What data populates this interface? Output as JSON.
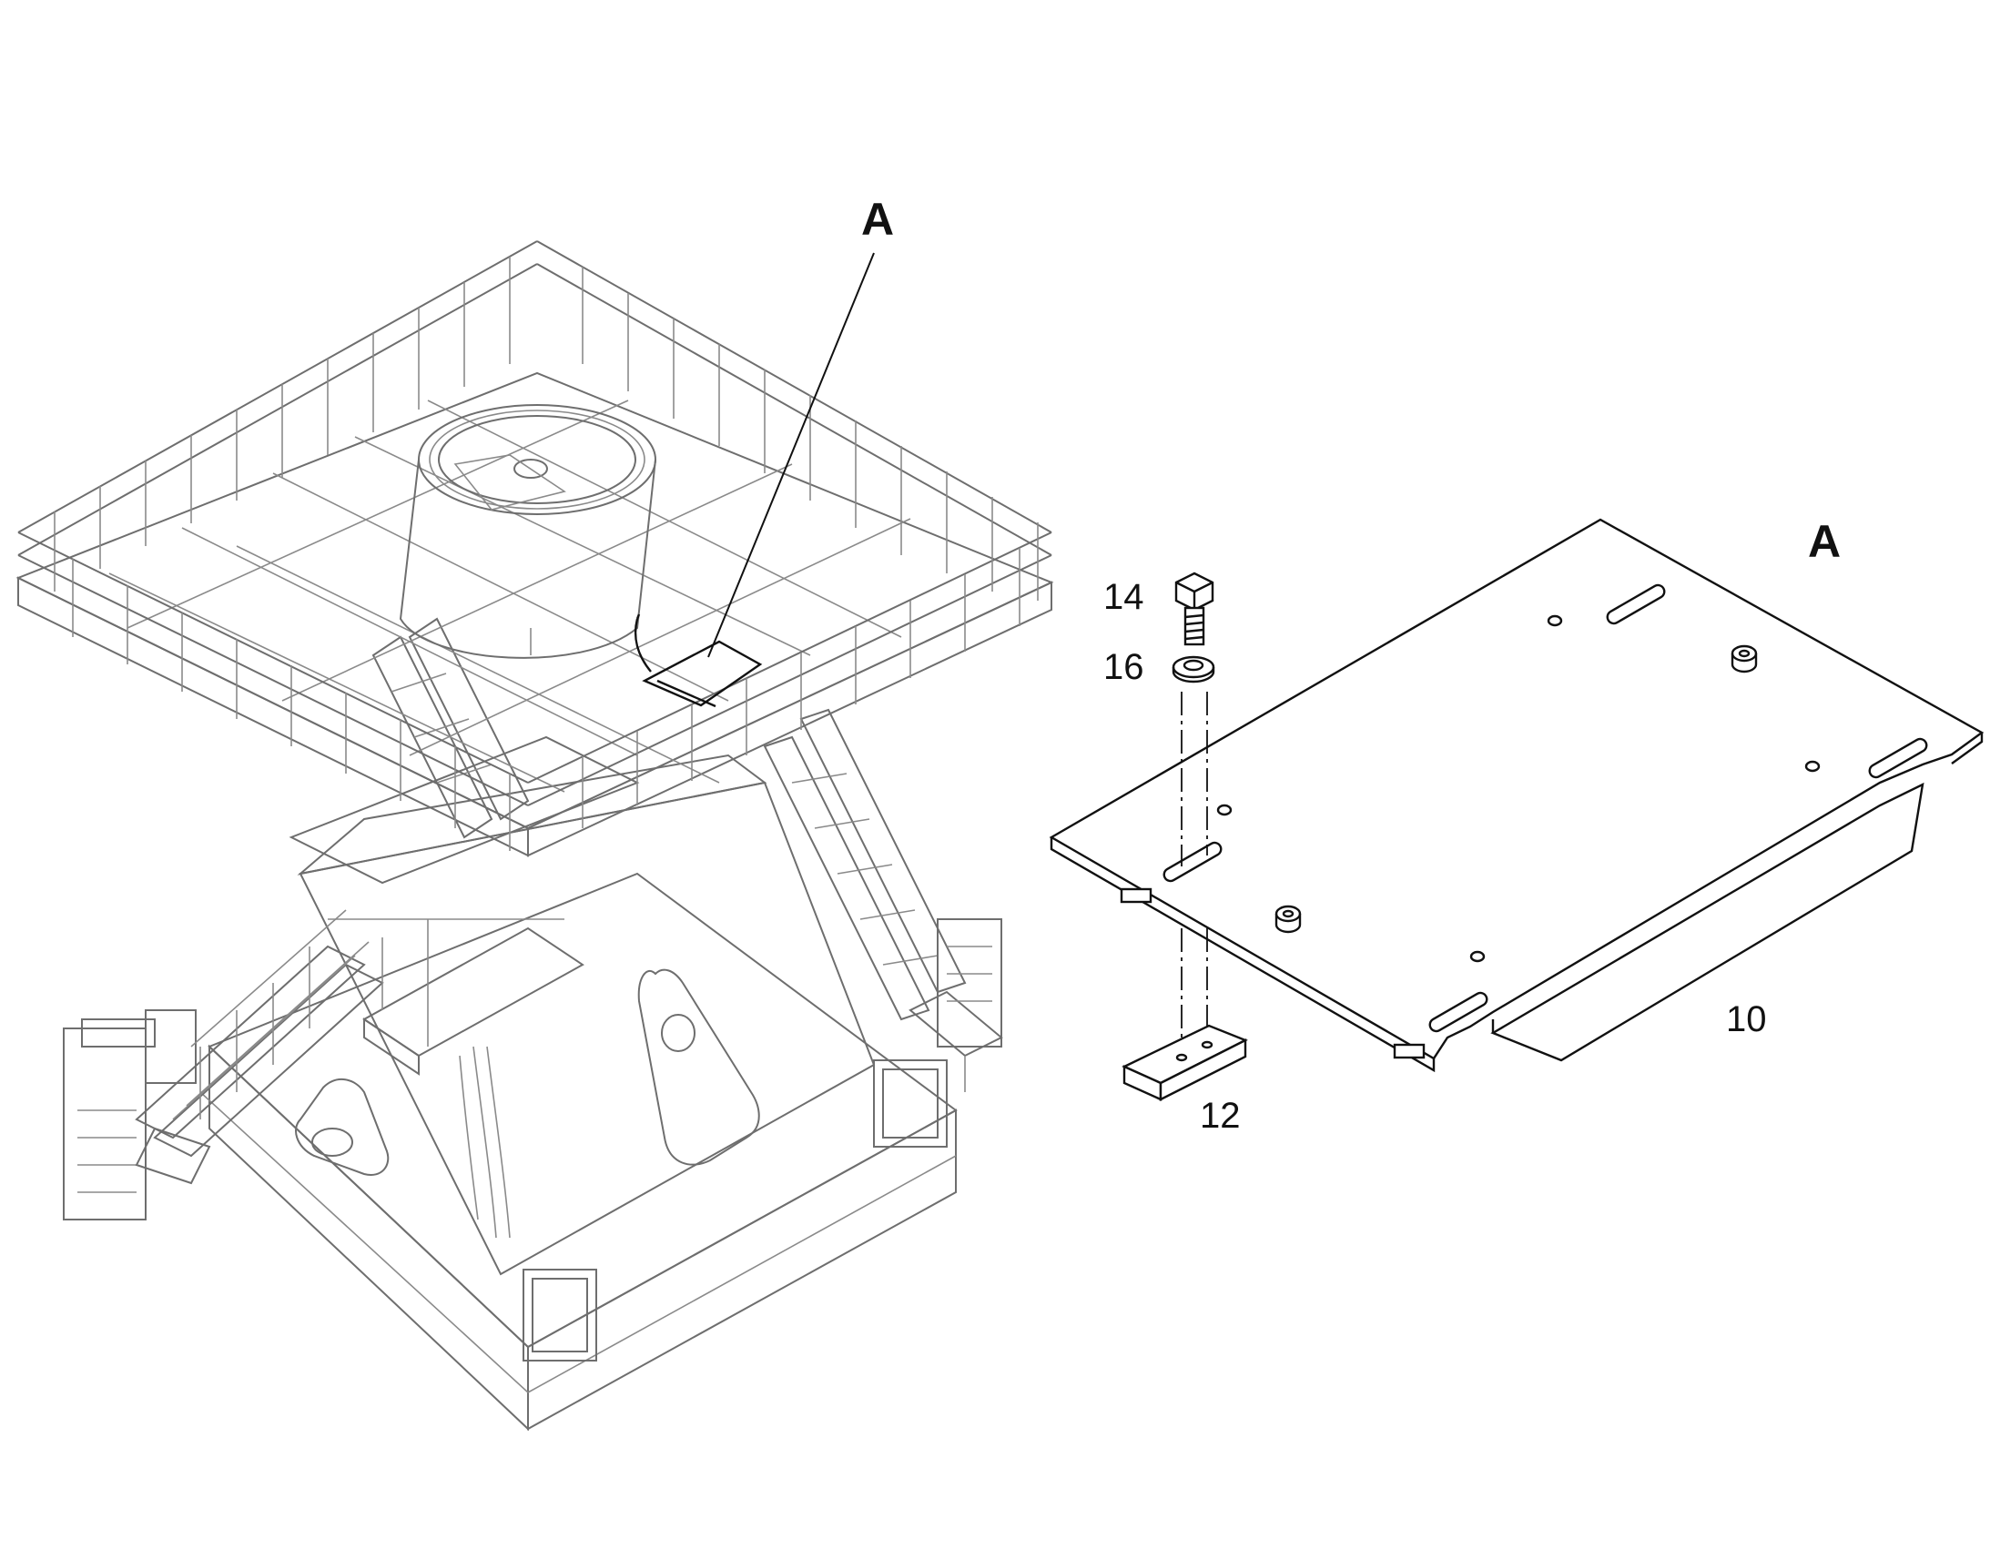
{
  "diagram": {
    "callouts": {
      "detail_marker_left": "A",
      "detail_marker_right": "A",
      "part_14": "14",
      "part_16": "16",
      "part_10": "10",
      "part_12": "12"
    }
  }
}
